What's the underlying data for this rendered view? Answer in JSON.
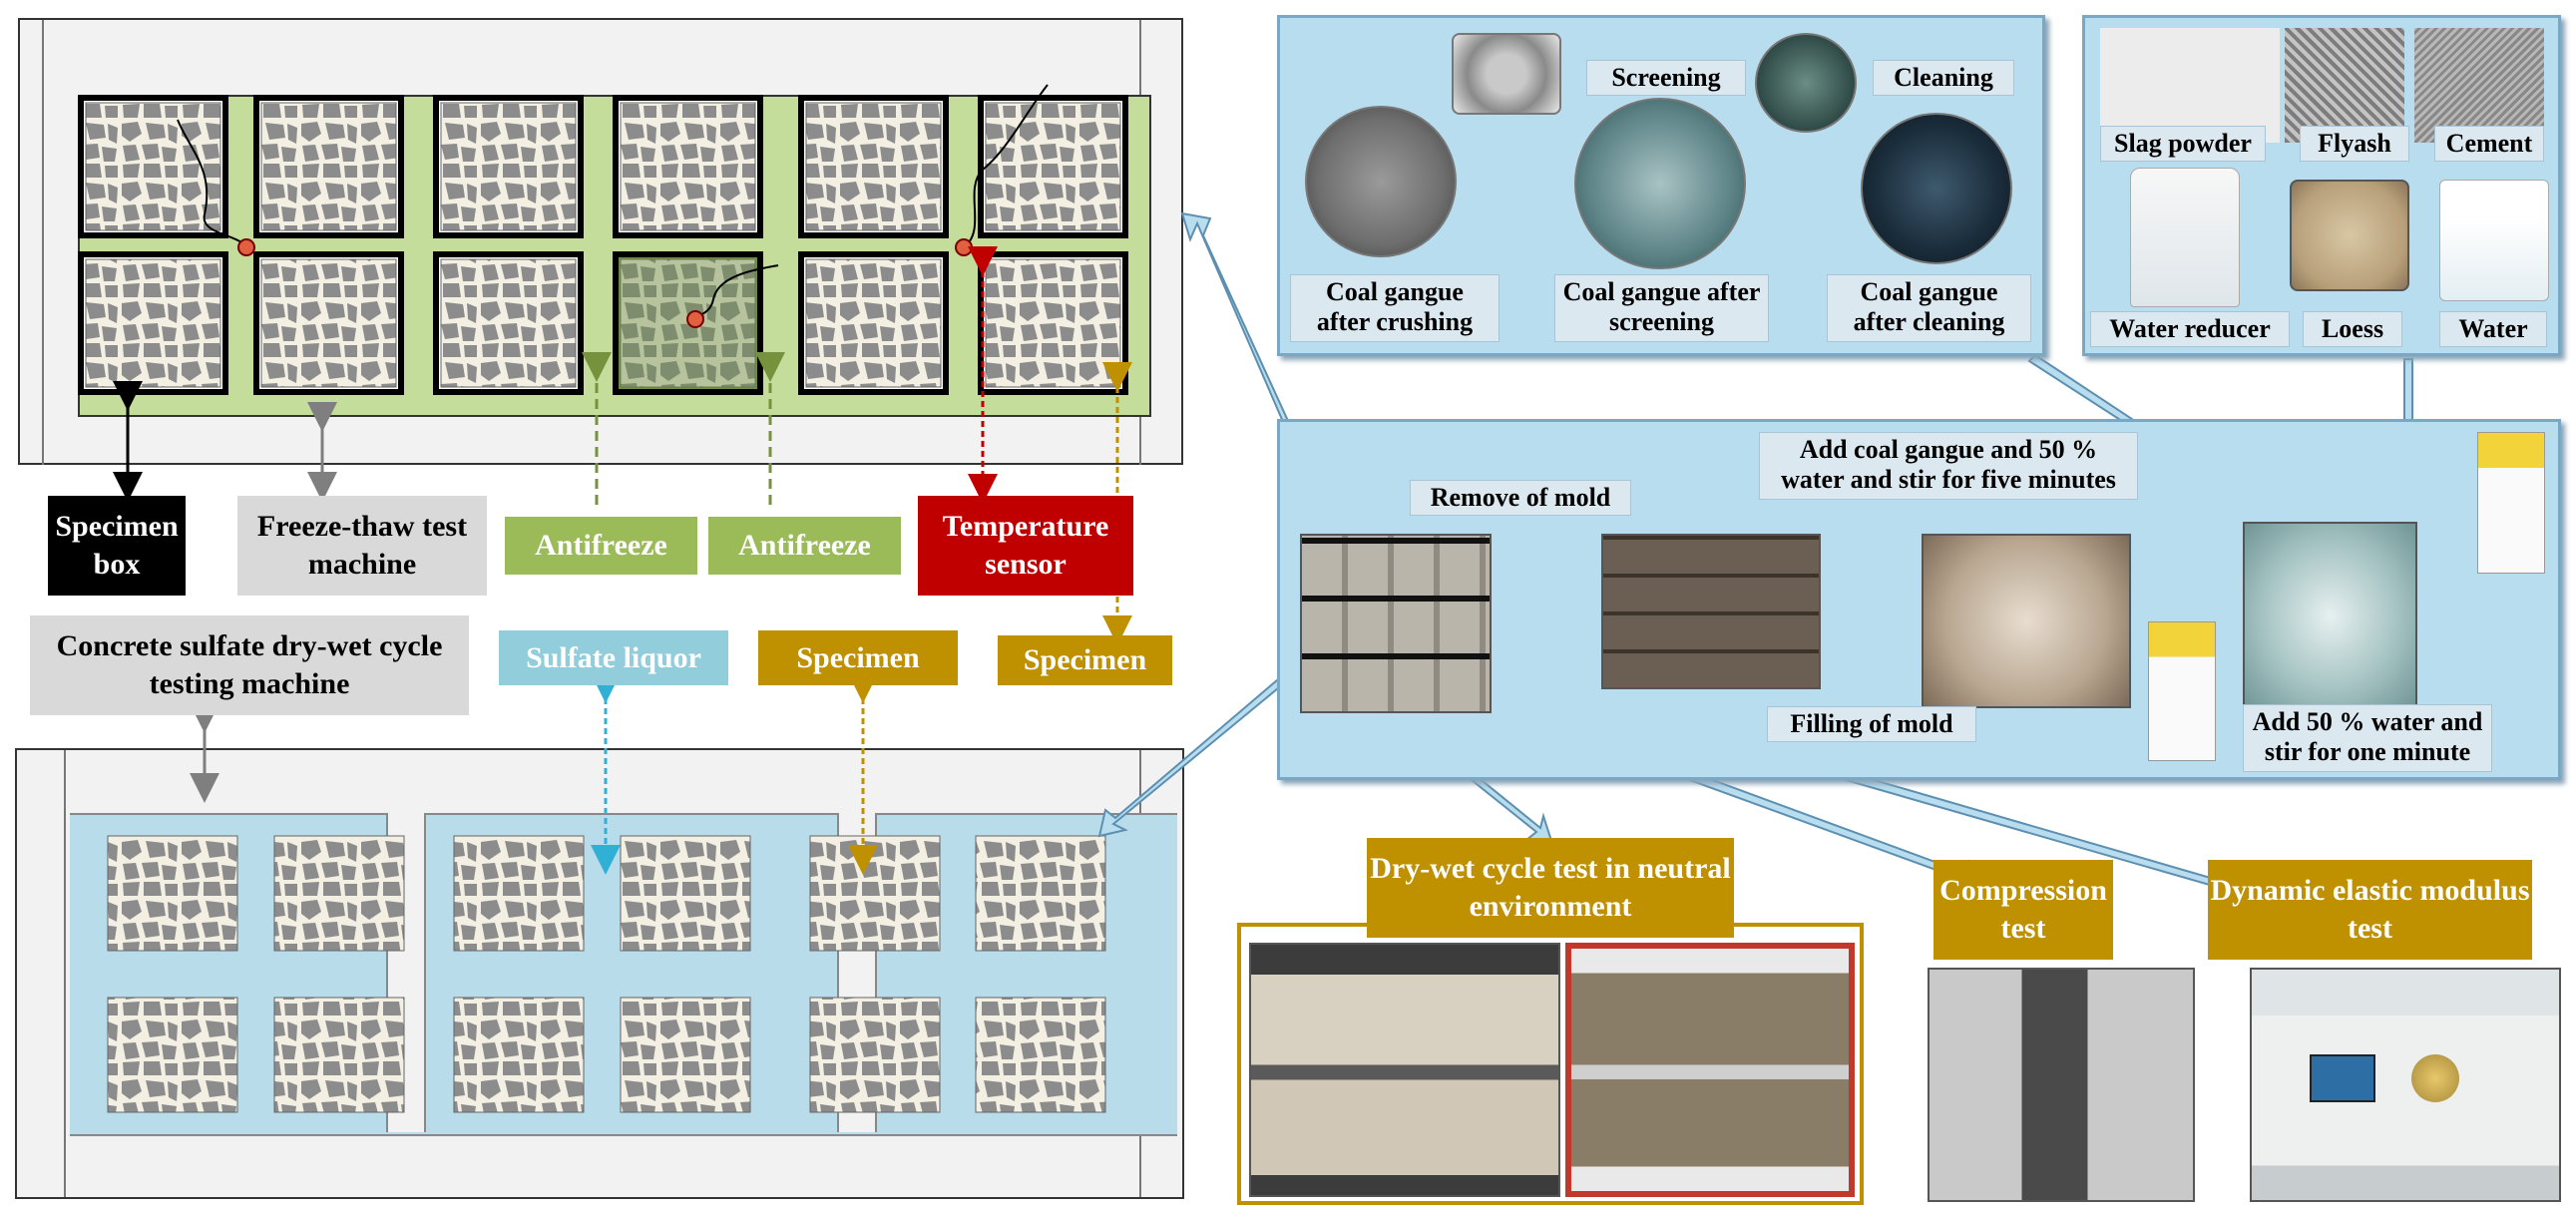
{
  "freeze_thaw": {
    "specimen_box": "Specimen box",
    "machine": "Freeze-thaw test machine",
    "antifreeze_1": "Antifreeze",
    "antifreeze_2": "Antifreeze",
    "temperature_sensor": "Temperature sensor",
    "specimen": "Specimen"
  },
  "dry_wet": {
    "machine": "Concrete sulfate dry-wet cycle testing machine",
    "sulfate_liquor": "Sulfate liquor",
    "specimen": "Specimen"
  },
  "gangue_panel": {
    "screening": "Screening",
    "cleaning": "Cleaning",
    "after_crushing": "Coal gangue after crushing",
    "after_screening": "Coal gangue after screening",
    "after_cleaning": "Coal gangue after cleaning"
  },
  "materials_panel": {
    "slag_powder": "Slag powder",
    "flyash": "Flyash",
    "cement": "Cement",
    "water_reducer": "Water reducer",
    "loess": "Loess",
    "water": "Water"
  },
  "process_panel": {
    "add_gangue": "Add coal gangue and 50 % water and stir for five minutes",
    "remove_mold": "Remove of mold",
    "filling_mold": "Filling of mold",
    "add_water": "Add 50 % water and stir for one minute"
  },
  "tests": {
    "dry_wet_neutral": "Dry-wet cycle test in neutral environment",
    "compression": "Compression test",
    "dynamic_modulus": "Dynamic elastic modulus test"
  },
  "colors": {
    "antifreeze_green": "#9bbb59",
    "sensor_red": "#c00000",
    "sulfate_blue": "#92cddc",
    "specimen_gold": "#bf9000",
    "panel_blue": "#b7ddef"
  }
}
